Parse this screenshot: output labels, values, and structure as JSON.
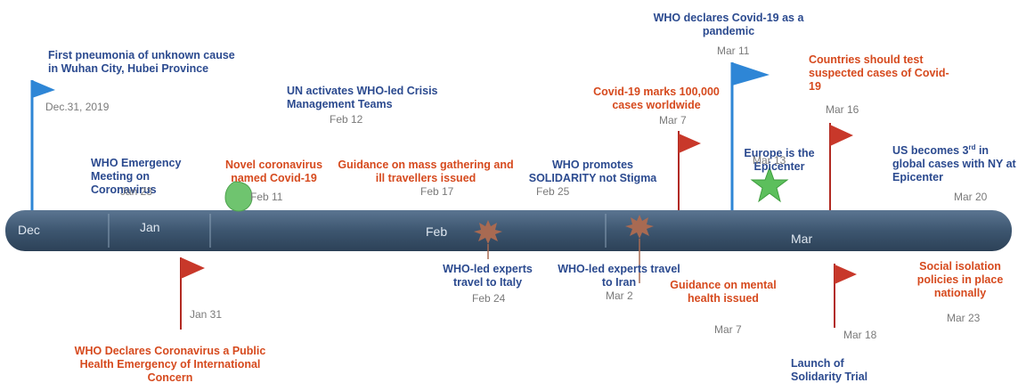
{
  "months": [
    "Dec",
    "Jan",
    "Feb",
    "Mar"
  ],
  "events": [
    {
      "id": "e1",
      "text": "First pneumonia of unknown cause in Wuhan City, Hubei Province",
      "date": "Dec.31, 2019"
    },
    {
      "id": "e2",
      "text": "WHO Emergency Meeting on Coronavirus",
      "date": "Jan 23"
    },
    {
      "id": "e3",
      "text": "WHO Declares Coronavirus a Public Health Emergency of International Concern",
      "date": "Jan 31"
    },
    {
      "id": "e4",
      "text": "Novel coronavirus named Covid-19",
      "date": "Feb 11"
    },
    {
      "id": "e5",
      "text": "UN activates WHO-led Crisis Management Teams",
      "date": "Feb 12"
    },
    {
      "id": "e6",
      "text": "Guidance on mass gathering and ill travellers issued",
      "date": "Feb 17"
    },
    {
      "id": "e7",
      "text": "WHO-led experts travel to Italy",
      "date": "Feb 24"
    },
    {
      "id": "e8",
      "text": "WHO promotes SOLIDARITY not Stigma",
      "date": "Feb 25"
    },
    {
      "id": "e9",
      "text": "WHO-led experts travel to Iran",
      "date": "Mar 2"
    },
    {
      "id": "e10",
      "text": "Covid-19 marks 100,000 cases worldwide",
      "date": "Mar 7"
    },
    {
      "id": "e11",
      "text": "Guidance on mental health issued",
      "date": "Mar 7"
    },
    {
      "id": "e12",
      "text": "WHO declares Covid-19 as a pandemic",
      "date": "Mar 11"
    },
    {
      "id": "e13",
      "text": "Europe is the Epicenter",
      "date": "Mar 13"
    },
    {
      "id": "e14",
      "text": "Countries should test suspected cases of Covid-19",
      "date": "Mar 16"
    },
    {
      "id": "e15",
      "text": "Launch of Solidarity Trial",
      "date": "Mar 18"
    },
    {
      "id": "e16",
      "text_pre": "US becomes 3",
      "text_sup": "rd",
      "text_post": " in global cases with NY at Epicenter",
      "date": "Mar 20"
    },
    {
      "id": "e17",
      "text": "Social isolation policies in place nationally",
      "date": "Mar 23"
    }
  ],
  "colors": {
    "bar": "#3d5670",
    "blue_text": "#2b4a8f",
    "red_text": "#d64a1e",
    "blue_flag": "#2e86d6",
    "red_flag": "#c8382a",
    "pole_blue": "#2e86d6",
    "pole_red": "#b22a22",
    "star": "#5cbf5c",
    "burst": "#a86a52",
    "drop": "#6fc46f"
  },
  "icons": [
    "flag-icon",
    "star-icon",
    "burst-icon",
    "drop-icon"
  ]
}
